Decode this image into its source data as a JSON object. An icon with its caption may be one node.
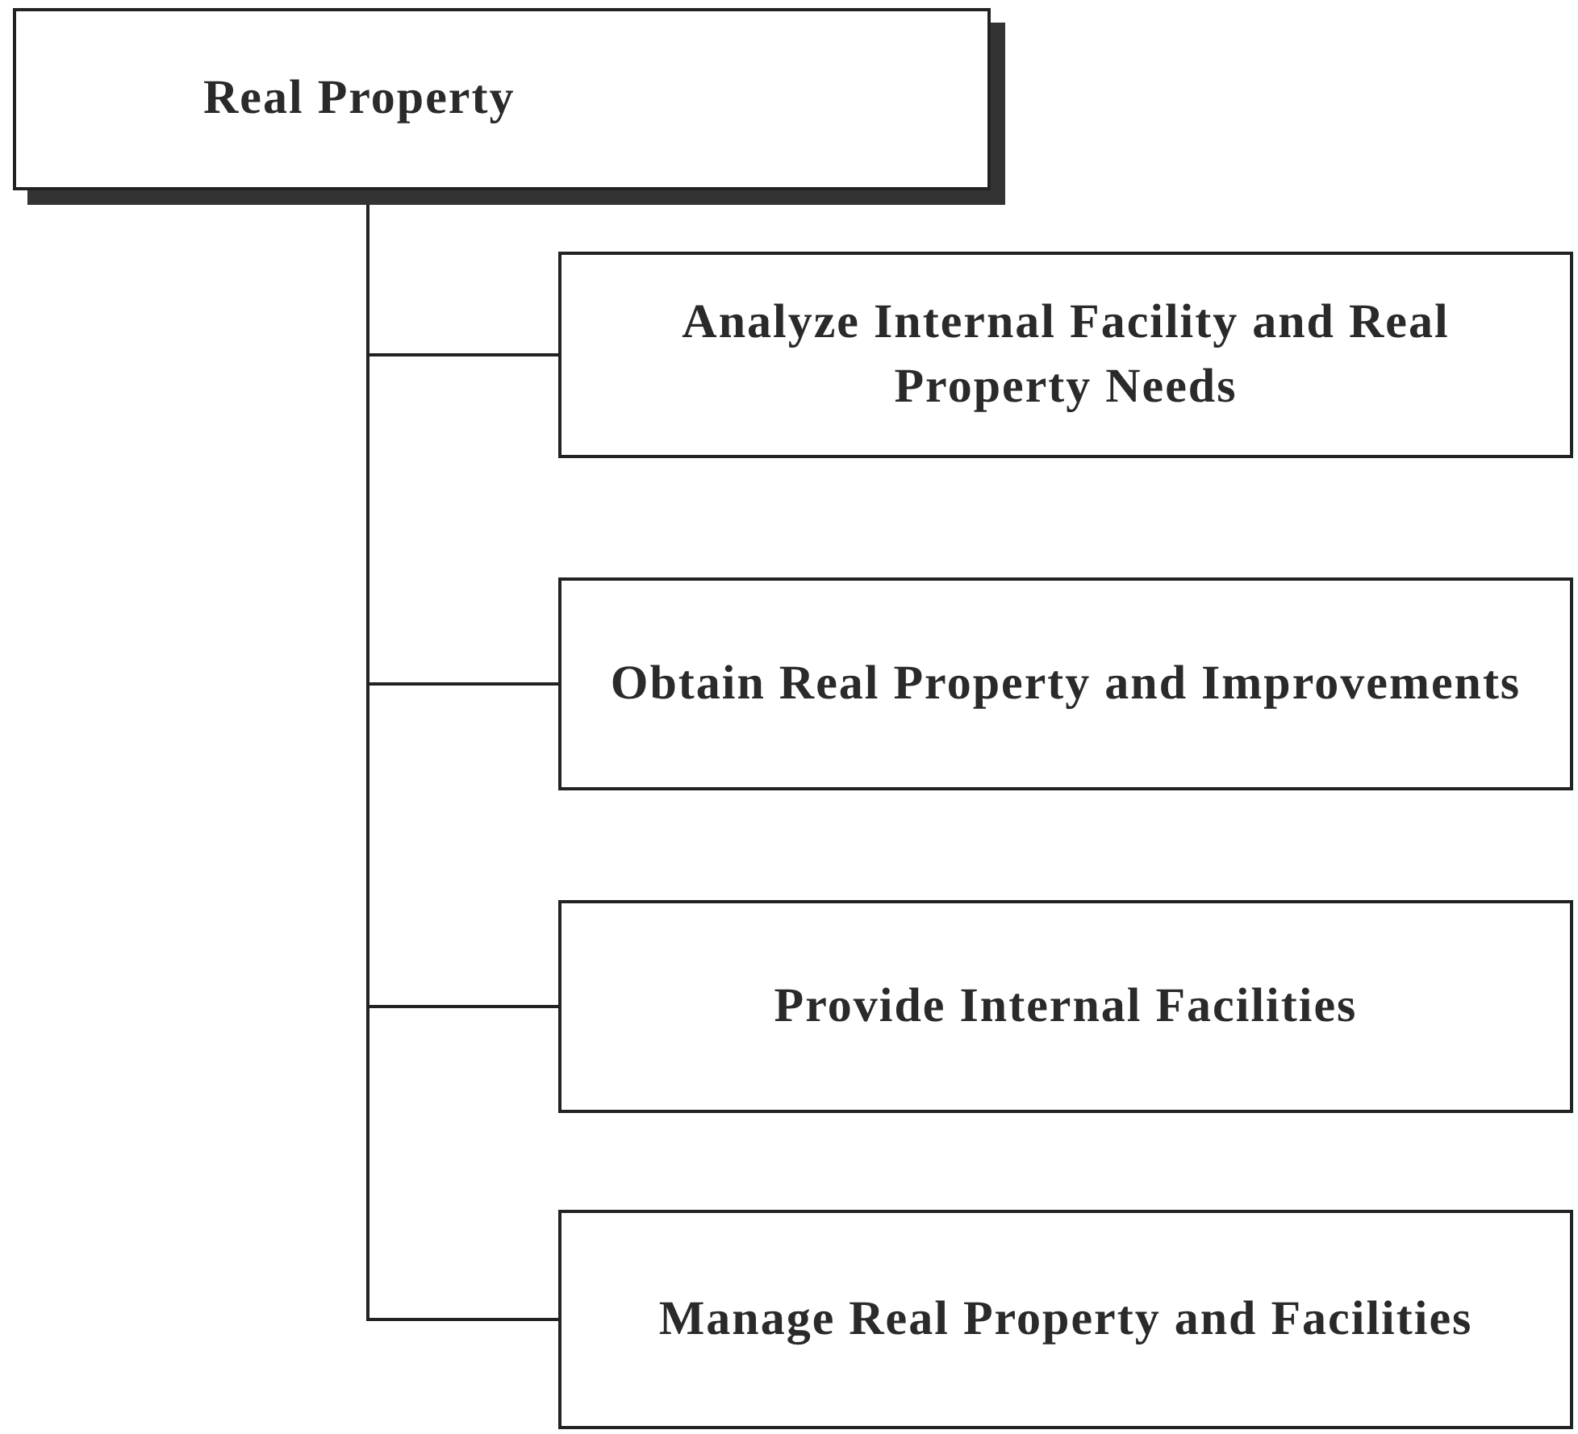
{
  "diagram": {
    "nodes": [
      {
        "text": [
          "Real Property"
        ]
      },
      {
        "text": [
          "Analyze Internal Facility and Real Property Needs"
        ]
      },
      {
        "text": [
          "Obtain Real Property and Improvements"
        ]
      },
      {
        "text": [
          "Provide Internal Facilities"
        ]
      },
      {
        "text": [
          "Manage Real Property and Facilities"
        ]
      }
    ],
    "edges": [
      {
        "from": 0,
        "to": 1,
        "arrow": "none"
      },
      {
        "from": 0,
        "to": 2,
        "arrow": "none"
      },
      {
        "from": 0,
        "to": 3,
        "arrow": "none"
      },
      {
        "from": 0,
        "to": 4,
        "arrow": "none"
      }
    ]
  }
}
